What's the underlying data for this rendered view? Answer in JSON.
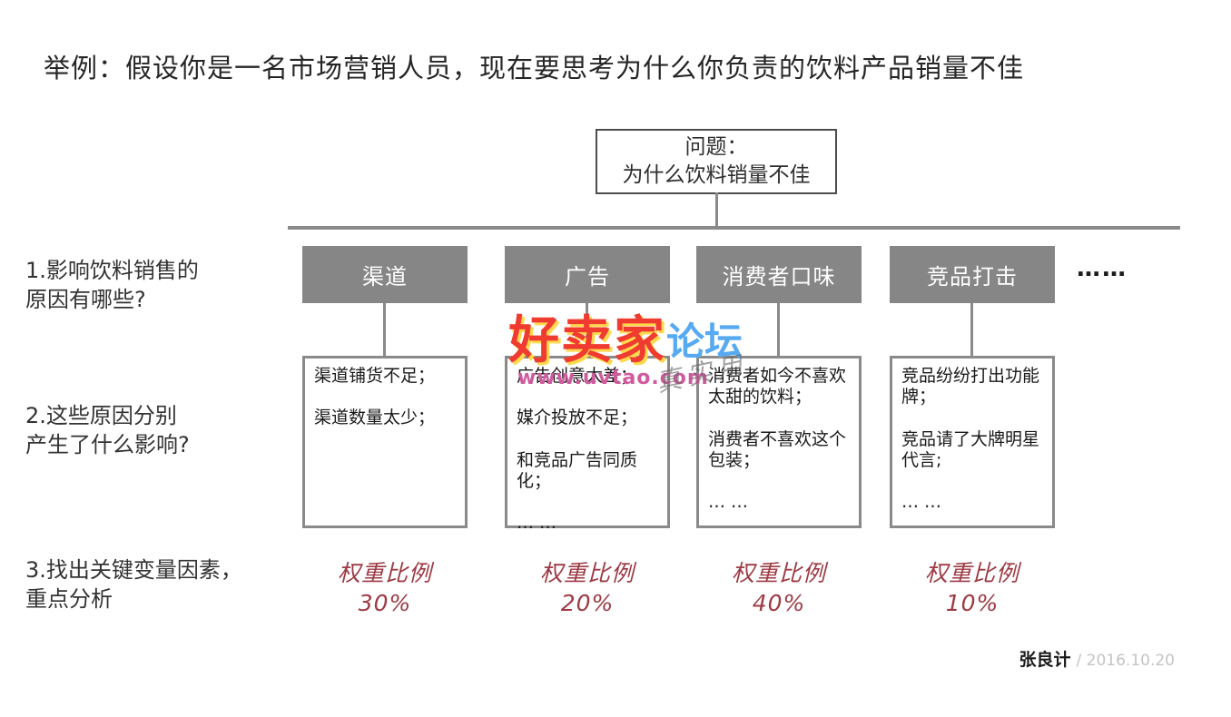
{
  "title": "举例：假设你是一名市场营销人员，现在要思考为什么你负责的饮料产品销量不佳",
  "problem_box": {
    "line1": "问题：",
    "line2": "为什么饮料销量不佳"
  },
  "questions": [
    "1.影响饮料销售的\n原因有哪些?",
    "2.这些原因分别\n产生了什么影响?",
    "3.找出关键变量因素，\n重点分析"
  ],
  "columns": [
    {
      "header": "渠道",
      "details": "渠道铺货不足；\n\n渠道数量太少；",
      "weight_label": "权重比例",
      "weight_value": "30%"
    },
    {
      "header": "广告",
      "details": "广告创意太差；\n\n媒介投放不足；\n\n和竞品广告同质化；\n\n… …",
      "weight_label": "权重比例",
      "weight_value": "20%"
    },
    {
      "header": "消费者口味",
      "details": "消费者如今不喜欢太甜的饮料；\n\n消费者不喜欢这个包装；\n\n… …",
      "weight_label": "权重比例",
      "weight_value": "40%"
    },
    {
      "header": "竞品打击",
      "details": "竞品纷纷打出功能牌；\n\n竞品请了大牌明星代言;\n\n… …",
      "weight_label": "权重比例",
      "weight_value": "10%"
    }
  ],
  "ellipsis": "……",
  "watermark": {
    "brand": "好卖家",
    "suffix": "论坛",
    "url": "www.uvtao.com",
    "stamp": "真实用"
  },
  "footer": {
    "author": "张良计",
    "date": "/ 2016.10.20"
  },
  "colors": {
    "header_box_bg": "#868686",
    "line_gray": "#8a8a8a",
    "weight_red": "#9e3a44",
    "watermark_red": "#f03b30",
    "watermark_yellow": "#ffd94d",
    "watermark_blue": "#57aaf2",
    "watermark_pink": "#cf5b9e"
  }
}
